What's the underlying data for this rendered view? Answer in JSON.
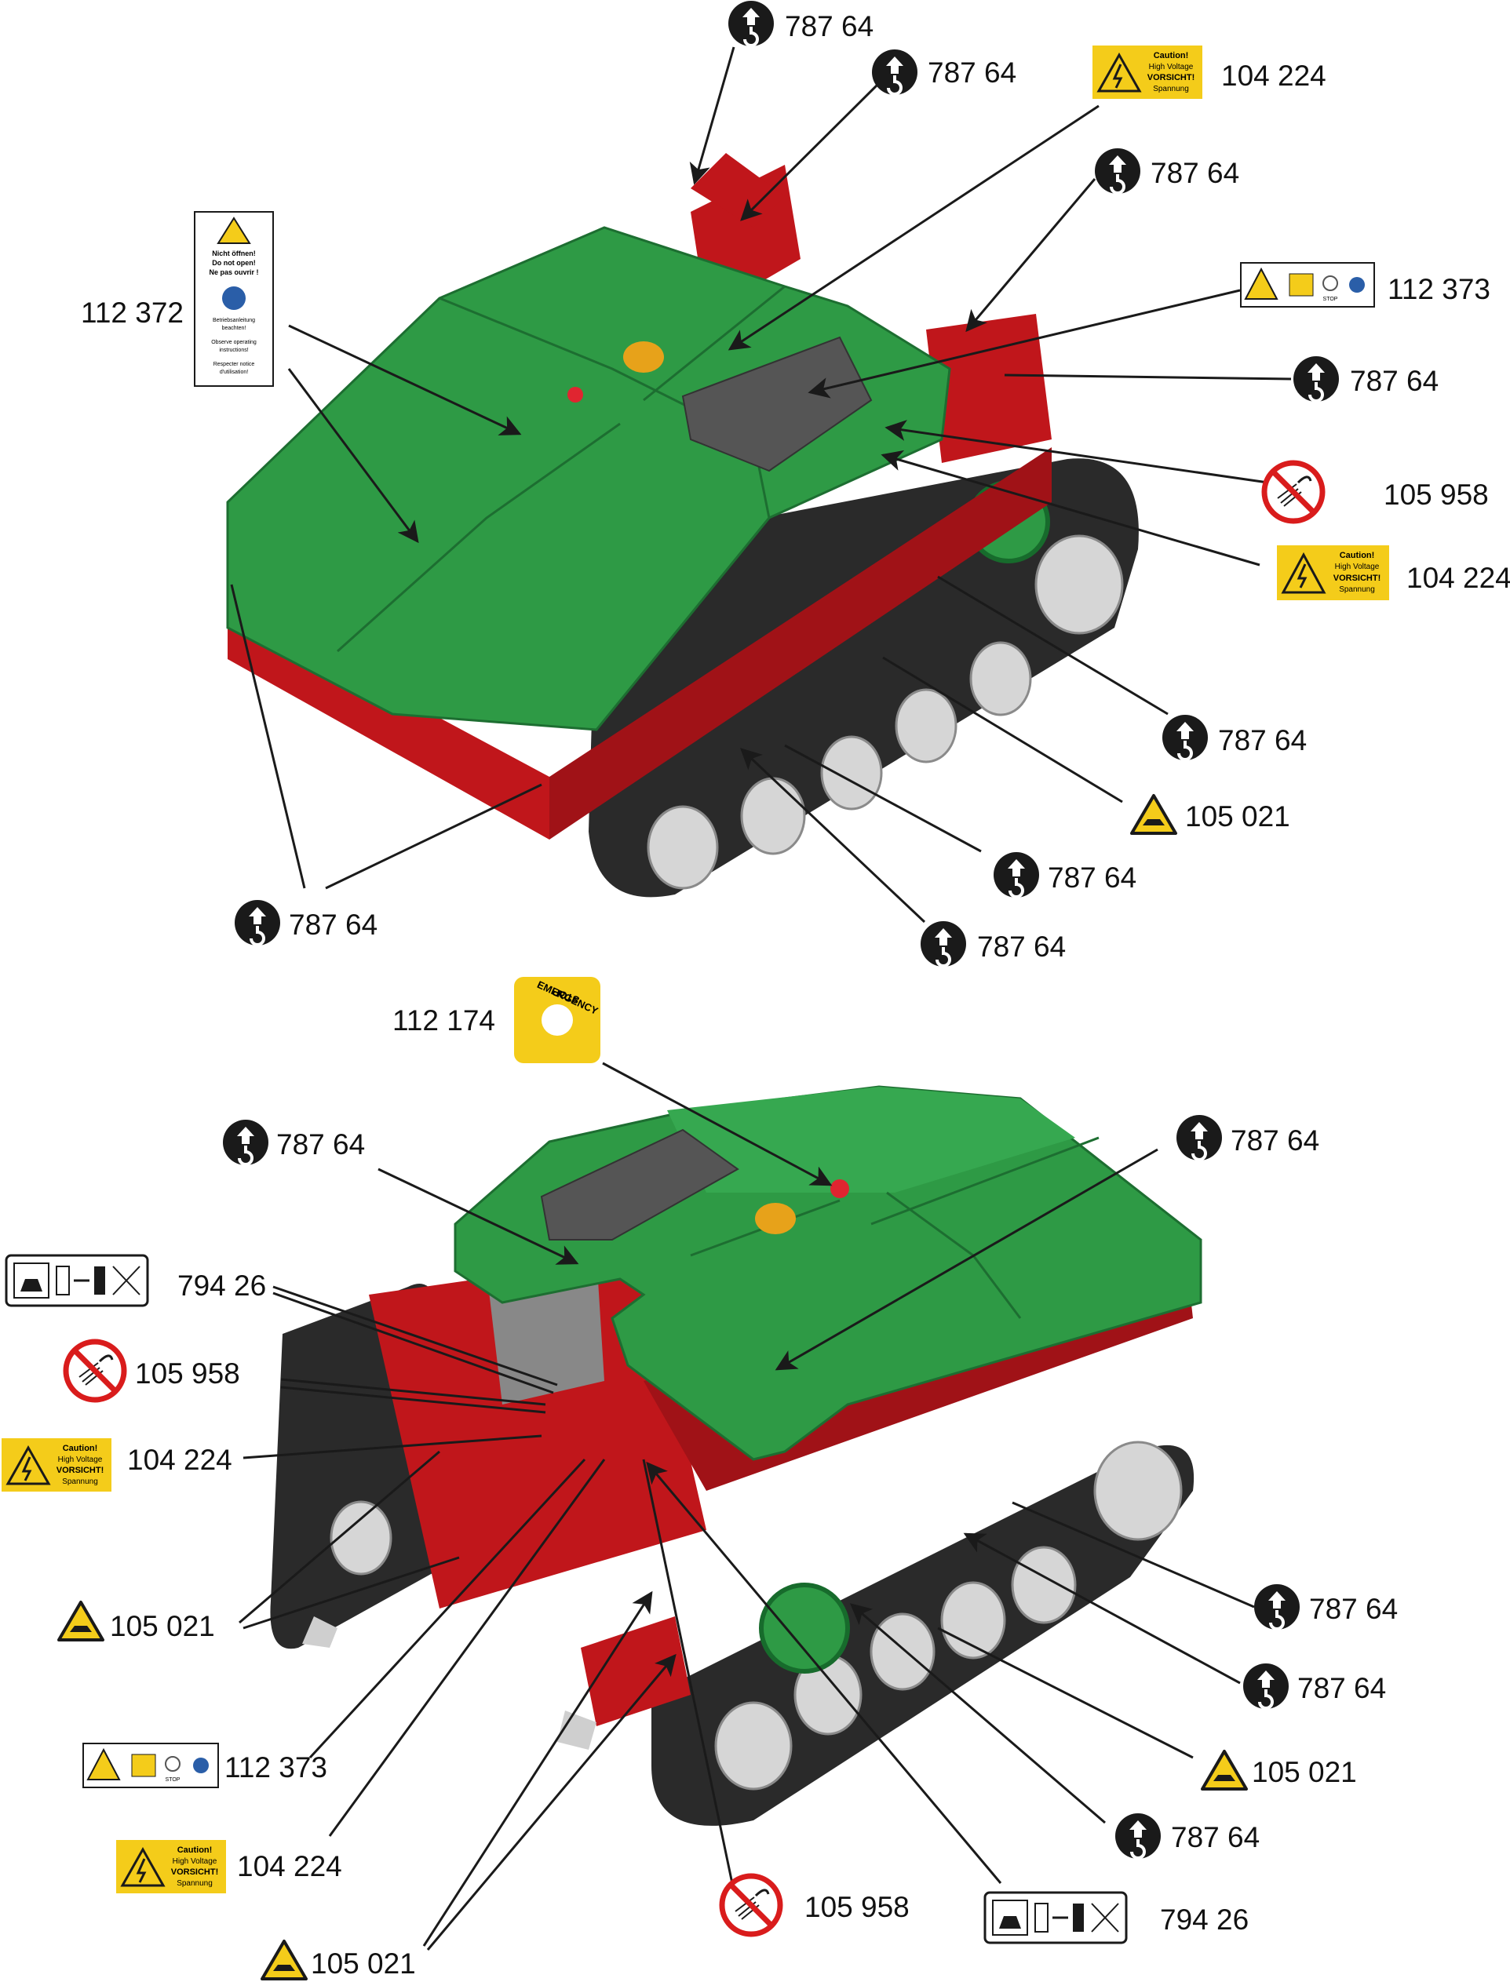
{
  "colors": {
    "body_green": "#2e9a45",
    "frame_red": "#c0161b",
    "track_black": "#2a2a2a",
    "wheel_grey": "#d9d9d9",
    "warning_yellow": "#f4cc1a",
    "prohibition_red": "#d91c1c"
  },
  "labels": {
    "top_hook_1": "787 64",
    "top_hook_2": "787 64",
    "top_voltage_1": "104 224",
    "top_hook_3": "787 64",
    "top_instruction": "112 372",
    "top_warning_strip": "112 373",
    "top_hook_4": "787 64",
    "top_no_spray": "105 958",
    "top_voltage_2": "104 224",
    "top_hook_5": "787 64",
    "top_hand_warning": "105 021",
    "top_hook_6": "787 64",
    "top_hook_7": "787 64",
    "top_hook_8": "787 64",
    "emergency_stop": "112 174",
    "bottom_hook_1": "787 64",
    "bottom_hook_2": "787 64",
    "bottom_distance": "794 26",
    "bottom_no_spray": "105 958",
    "bottom_voltage_1": "104 224",
    "bottom_hand_warning_1": "105 021",
    "bottom_warning_strip": "112 373",
    "bottom_voltage_2": "104 224",
    "bottom_hand_warning_2": "105 021",
    "bottom_no_spray_2": "105 958",
    "bottom_distance_2": "794 26",
    "bottom_hook_3": "787 64",
    "bottom_hook_4": "787 64",
    "bottom_hand_warning_3": "105 021",
    "bottom_hook_5": "787 64"
  },
  "stickers": {
    "voltage": {
      "line1": "Caution!",
      "line2": "High Voltage",
      "line3": "VORSICHT!",
      "line4": "Spannung"
    },
    "instruction": {
      "line1": "Nicht öffnen!",
      "line2": "Do not open!",
      "line3": "Ne pas ouvrir !",
      "line4": "Betriebsanleitung",
      "line5": "beachten!",
      "line6": "Observe operating",
      "line7": "instructions!",
      "line8": "Respecter notice",
      "line9": "d'utilisation!"
    },
    "estop": {
      "top": "EMERGENCY",
      "bottom": "STOP"
    },
    "warning_strip_stop": "STOP"
  }
}
